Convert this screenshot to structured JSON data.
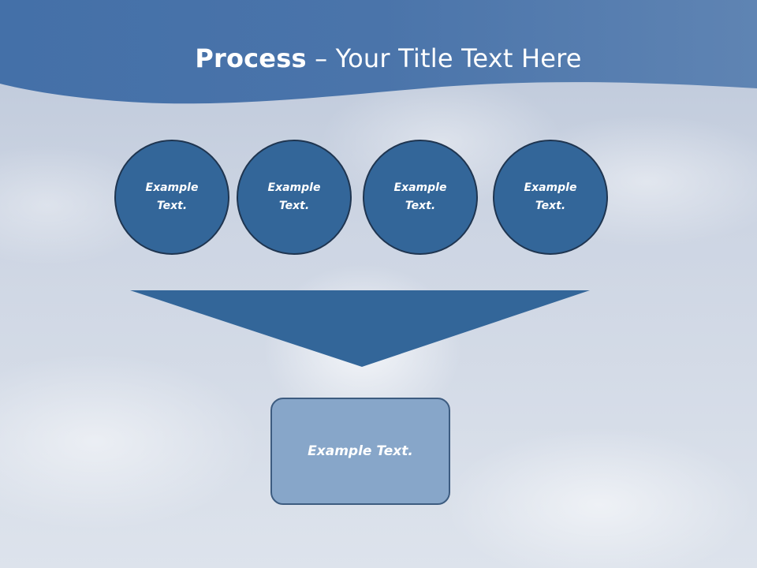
{
  "title": {
    "bold": "Process",
    "rest": " – Your Title Text Here"
  },
  "circles": [
    {
      "label": "Example Text."
    },
    {
      "label": "Example Text."
    },
    {
      "label": "Example Text."
    },
    {
      "label": "Example Text."
    }
  ],
  "result": {
    "label": "Example Text."
  },
  "colors": {
    "header": "#4a6fa5",
    "circle_fill": "#336699",
    "circle_border": "#1f3550",
    "funnel": "#336699",
    "result_fill": "#87a6c9",
    "result_border": "#3d5c80"
  }
}
